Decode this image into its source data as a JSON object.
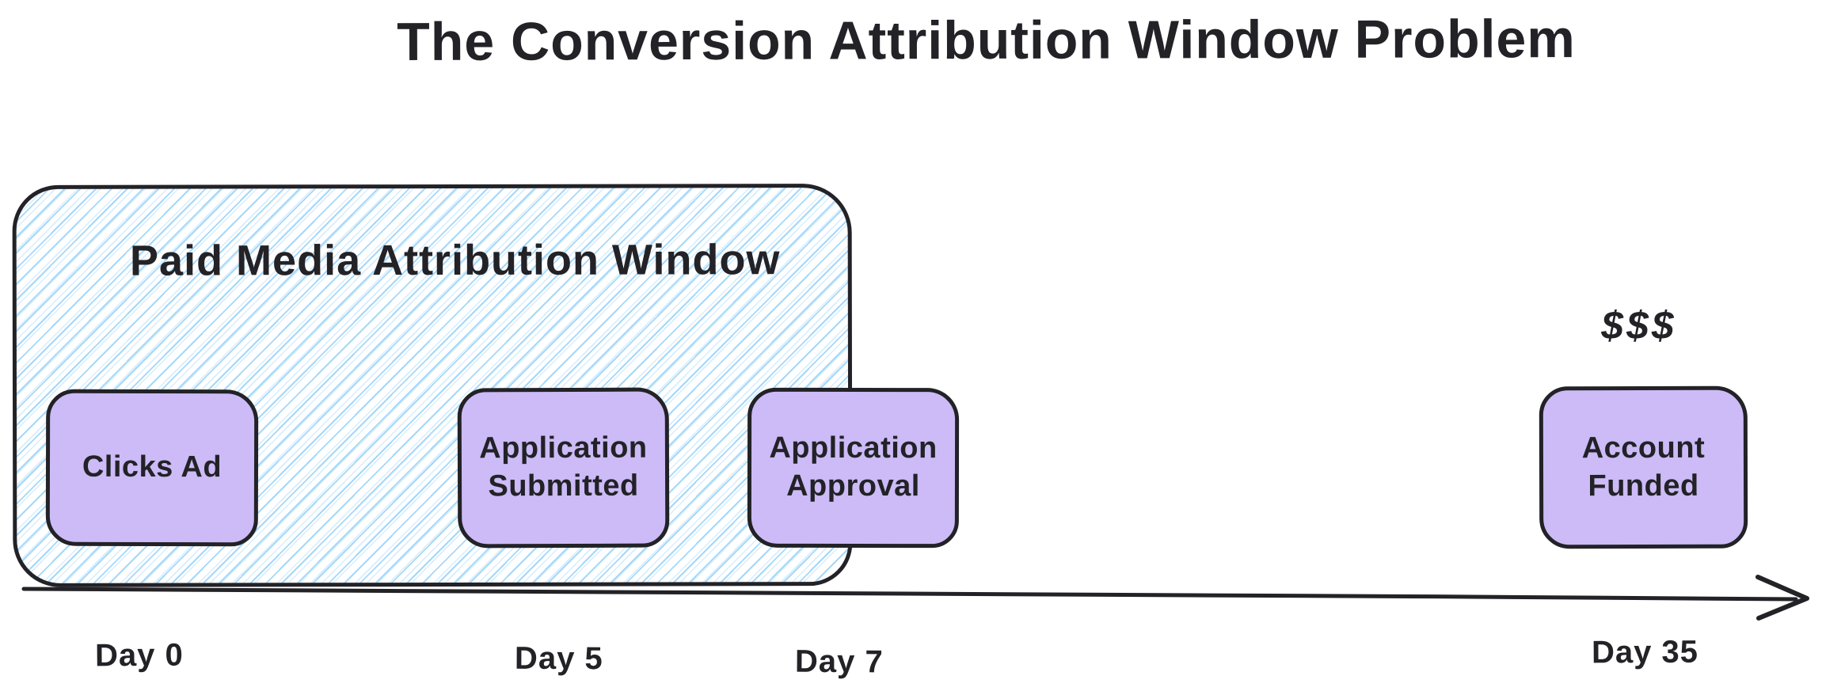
{
  "title": "The Conversion Attribution Window Problem",
  "attribution_window": {
    "label": "Paid Media Attribution Window"
  },
  "events": [
    {
      "label": "Clicks Ad"
    },
    {
      "label": "Application Submitted"
    },
    {
      "label": "Application Approval"
    },
    {
      "label": "Account Funded"
    }
  ],
  "annotations": {
    "dollars": "$$$"
  },
  "timeline": {
    "days": [
      {
        "label": "Day 0"
      },
      {
        "label": "Day 5"
      },
      {
        "label": "Day 7"
      },
      {
        "label": "Day 35"
      }
    ]
  },
  "colors": {
    "ink": "#222227",
    "event_fill": "#ccbbf6",
    "hatch_blue": "#a5d8fa",
    "bg": "#ffffff"
  }
}
